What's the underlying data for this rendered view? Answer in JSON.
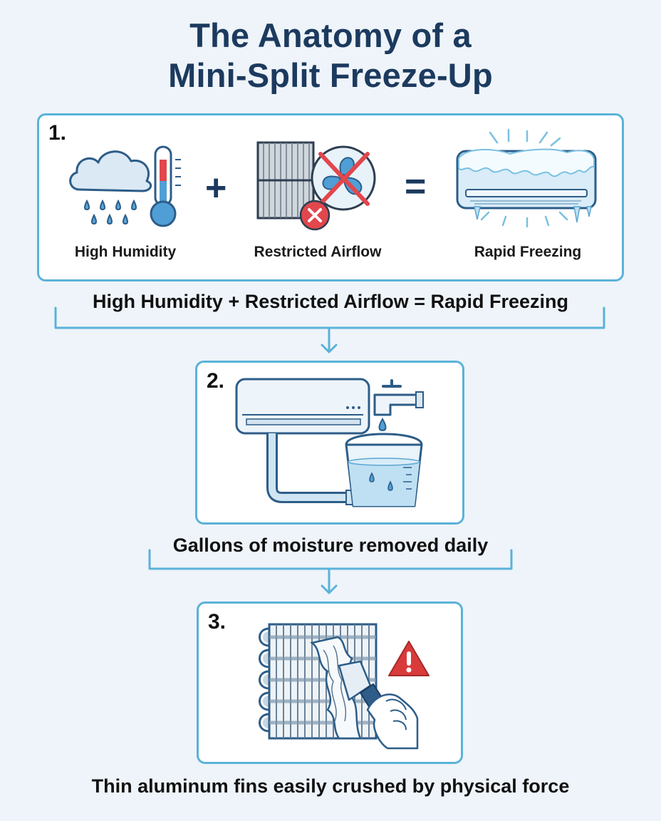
{
  "title": {
    "line1": "The Anatomy of a",
    "line2": "Mini-Split Freeze-Up"
  },
  "step1": {
    "number": "1.",
    "icons": [
      {
        "name": "humidity-icon",
        "label": "High Humidity"
      },
      {
        "name": "restricted-airflow-icon",
        "label": "Restricted Airflow"
      },
      {
        "name": "frozen-unit-icon",
        "label": "Rapid Freezing"
      }
    ],
    "plus": "+",
    "equals": "=",
    "caption": "High Humidity + Restricted Airflow = Rapid Freezing"
  },
  "step2": {
    "number": "2.",
    "icon": "condensate-bucket-icon",
    "caption": "Gallons of moisture removed daily"
  },
  "step3": {
    "number": "3.",
    "icon": "crushed-fins-icon",
    "caption": "Thin aluminum fins easily crushed by physical force"
  },
  "colors": {
    "title": "#1c3a5e",
    "panel_border": "#5ab2d9",
    "connector": "#5ab2d9",
    "warning": "#d93a3a",
    "background": "#eef4f9"
  }
}
